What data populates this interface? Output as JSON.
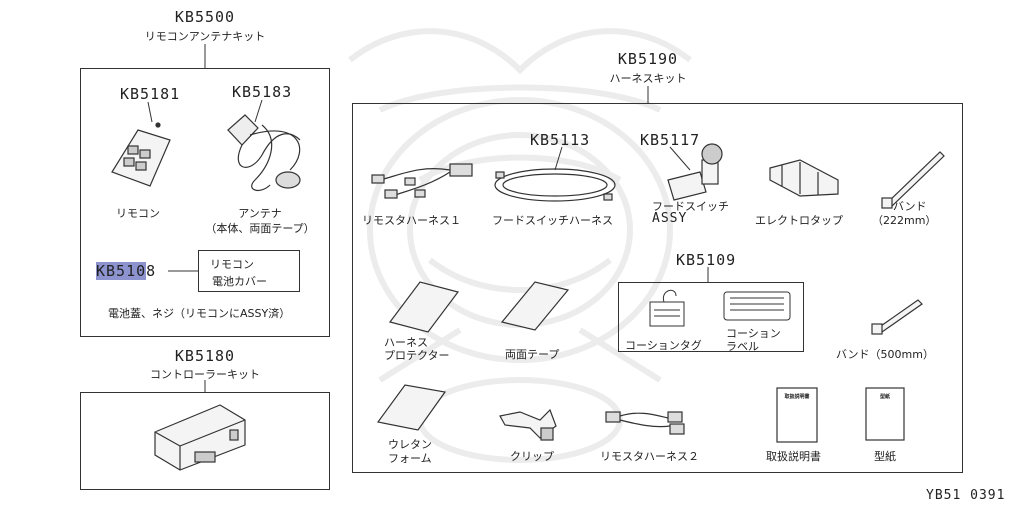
{
  "watermark": "samurai-crest-watermark",
  "colors": {
    "line": "#333333",
    "highlight": "#8d93cf",
    "watermark": "#ececec"
  },
  "groups": {
    "remote_kit": {
      "code": "KB5500",
      "name": "リモコンアンテナキット"
    },
    "harness_kit": {
      "code": "KB5190",
      "name": "ハーネスキット"
    },
    "controller_kit": {
      "code": "KB5180",
      "name": "コントローラーキット"
    },
    "caution_kit": {
      "code": "KB5109"
    }
  },
  "parts": {
    "remote": {
      "code": "KB5181",
      "label": "リモコン"
    },
    "antenna": {
      "code": "KB5183",
      "label_line1": "アンテナ",
      "label_line2": "（本体、両面テープ）"
    },
    "battery_cover": {
      "code": "KB5108",
      "code_highlight": "KB510",
      "code_rest": "8",
      "label_line1": "リモコン",
      "label_line2": "電池カバー"
    },
    "battery_note": "電池蓋、ネジ（リモコンにASSY済）",
    "remote_harness_1": {
      "label": "リモスタハーネス１"
    },
    "hood_switch_harness": {
      "code": "KB5113",
      "label": "フードスイッチハーネス"
    },
    "hood_switch_assy": {
      "code": "KB5117",
      "label_line1": "フードスイッチ",
      "label_line2": "ASSY"
    },
    "electro_tap": {
      "label": "エレクトロタップ"
    },
    "band_222": {
      "label_line1": "バンド",
      "label_line2": "（222mm）"
    },
    "harness_protector": {
      "label_line1": "ハーネス",
      "label_line2": "プロテクター"
    },
    "double_tape": {
      "label": "両面テープ"
    },
    "caution_tag": {
      "label": "コーションタグ"
    },
    "caution_label": {
      "label_line1": "コーション",
      "label_line2": "ラベル"
    },
    "band_500": {
      "label": "バンド（500mm）"
    },
    "urethane_foam": {
      "label_line1": "ウレタン",
      "label_line2": "フォーム"
    },
    "clip": {
      "label": "クリップ"
    },
    "remote_harness_2": {
      "label": "リモスタハーネス２"
    },
    "manual": {
      "label": "取扱説明書",
      "cover_text": "取扱説明書"
    },
    "template": {
      "label": "型紙",
      "cover_text": "型紙"
    }
  },
  "diagram_id": "YB51 0391"
}
